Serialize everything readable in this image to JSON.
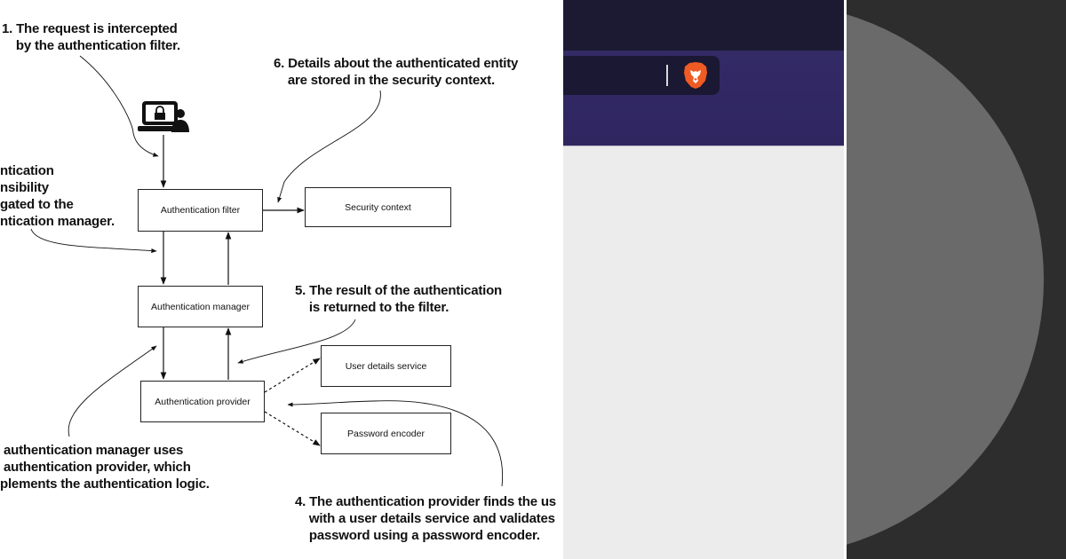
{
  "diagram": {
    "boxes": {
      "auth_filter": "Authentication filter",
      "security_context": "Security context",
      "auth_manager": "Authentication manager",
      "auth_provider": "Authentication provider",
      "user_details_service": "User details service",
      "password_encoder": "Password encoder"
    },
    "notes": {
      "step1": "1. The request is intercepted\n    by the authentication filter.",
      "step2": "ntication\nnsibility\ngated to the\nntication manager.",
      "step3": " authentication manager uses\n authentication provider, which\nplements the authentication logic.",
      "step4": "4. The authentication provider finds the us\n    with a user details service and validates\n    password using a password encoder.",
      "step5": "5. The result of the authentication\n    is returned to the filter.",
      "step6": "6. Details about the authenticated entity\n    are stored in the security context."
    },
    "icons": {
      "user": "laptop-lock-user-icon"
    }
  },
  "browser": {
    "icons": {
      "brave": "brave-lion-icon"
    },
    "colors": {
      "topbar": "#1c1a32",
      "toolbar": "#332a66",
      "content": "#ececec",
      "brave_orange": "#f05a23"
    }
  },
  "right_panel": {
    "colors": {
      "background": "#2d2d2d",
      "circle": "#6a6a6a"
    }
  }
}
